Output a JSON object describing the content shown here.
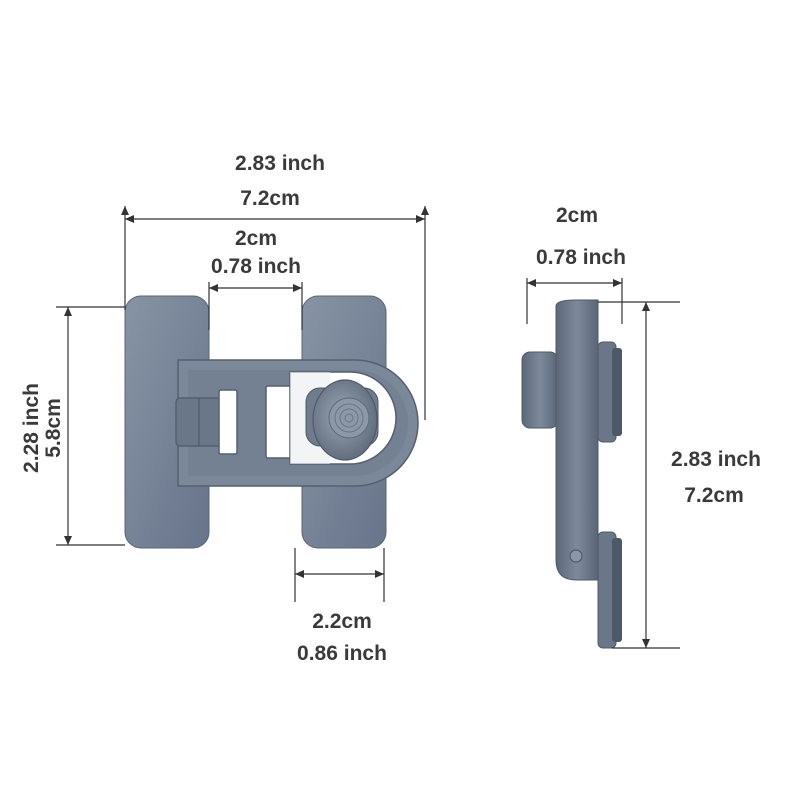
{
  "front_view": {
    "overall_width": {
      "inch": "2.83 inch",
      "cm": "7.2cm"
    },
    "gap_width": {
      "cm": "2cm",
      "inch": "0.78 inch"
    },
    "plate_height": {
      "inch": "2.28 inch",
      "cm": "5.8cm"
    },
    "plate_width": {
      "cm": "2.2cm",
      "inch": "0.86 inch"
    }
  },
  "side_view": {
    "depth": {
      "cm": "2cm",
      "inch": "0.78 inch"
    },
    "height": {
      "inch": "2.83 inch",
      "cm": "7.2cm"
    }
  },
  "colors": {
    "body": "#6f7c8d",
    "body_dark": "#4f5a68",
    "body_light": "#8a97a8",
    "dimension": "#333333"
  }
}
